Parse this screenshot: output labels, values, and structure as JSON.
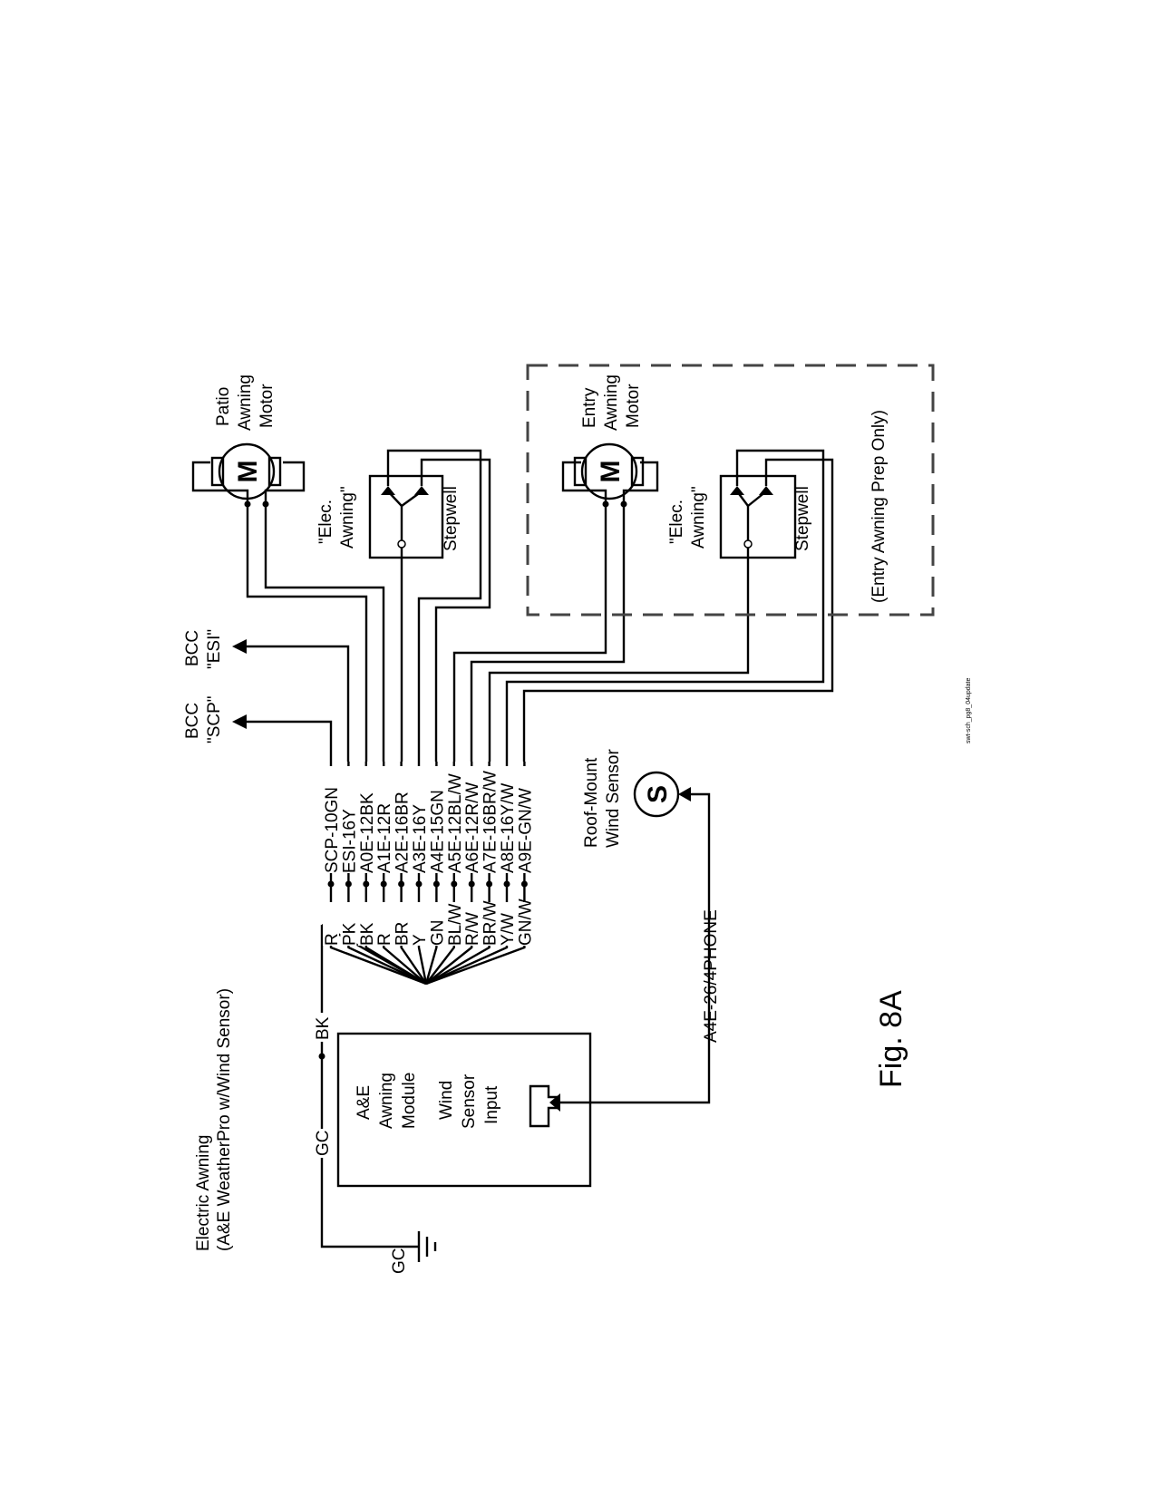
{
  "title": {
    "line1": "Electric Awning",
    "line2": "(A&E WeatherPro w/Wind Sensor)"
  },
  "figure_label": "Fig. 8A",
  "footer_code": "swt-sch_pg8_04update",
  "ground": {
    "wire_label": "GC",
    "terminal_label": "GC",
    "splice_label": "BK"
  },
  "module": {
    "lines": [
      "A&E",
      "Awning",
      "Module"
    ],
    "input_lines": [
      "Wind",
      "Sensor",
      "Input"
    ]
  },
  "wires": [
    {
      "color": "R",
      "circuit": "SCP-10GN"
    },
    {
      "color": "PK",
      "circuit": "ESI-16Y"
    },
    {
      "color": "BK",
      "circuit": "A0E-12BK"
    },
    {
      "color": "R",
      "circuit": "A1E-12R"
    },
    {
      "color": "BR",
      "circuit": "A2E-16BR"
    },
    {
      "color": "Y",
      "circuit": "A3E-16Y"
    },
    {
      "color": "GN",
      "circuit": "A4E-15GN"
    },
    {
      "color": "BL/W",
      "circuit": "A5E-12BL/W"
    },
    {
      "color": "R/W",
      "circuit": "A6E-12R/W"
    },
    {
      "color": "BR/W",
      "circuit": "A7E-16BR/W"
    },
    {
      "color": "Y/W",
      "circuit": "A8E-16Y/W"
    },
    {
      "color": "GN/W",
      "circuit": "A9E-GN/W"
    }
  ],
  "bcc_outputs": [
    {
      "line1": "BCC",
      "line2": "\"SCP\""
    },
    {
      "line1": "BCC",
      "line2": "\"ESI\""
    }
  ],
  "patio_motor": {
    "symbol": "M",
    "lines": [
      "Patio",
      "Awning",
      "Motor"
    ]
  },
  "patio_switch": {
    "lines": [
      "\"Elec.",
      "Awning\""
    ],
    "location": "Stepwell"
  },
  "entry_motor": {
    "symbol": "M",
    "lines": [
      "Entry",
      "Awning",
      "Motor"
    ]
  },
  "entry_switch": {
    "lines": [
      "\"Elec.",
      "Awning\""
    ],
    "location": "Stepwell"
  },
  "entry_prep_label": "(Entry Awning Prep Only)",
  "wind_sensor": {
    "symbol": "S",
    "lines": [
      "Roof-Mount",
      "Wind Sensor"
    ],
    "cable": "A4E-26/4PHONE"
  }
}
